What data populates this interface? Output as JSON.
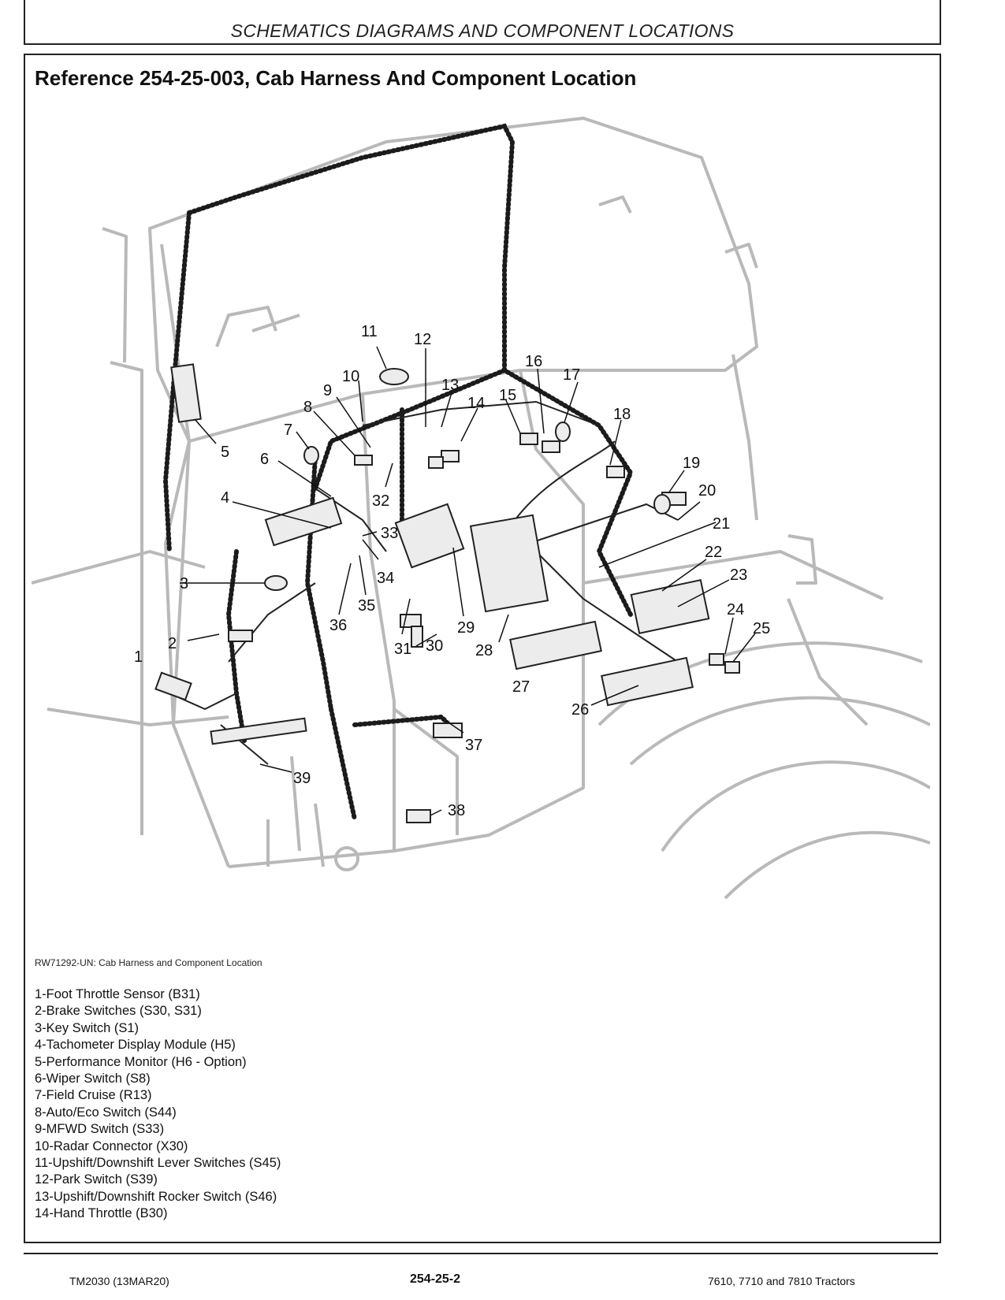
{
  "header": {
    "section_title": "SCHEMATICS DIAGRAMS AND COMPONENT LOCATIONS"
  },
  "reference_title": "Reference 254-25-003, Cab Harness And Component Location",
  "figure_caption": "RW71292-UN: Cab Harness and Component Location",
  "callouts": [
    "1",
    "2",
    "3",
    "4",
    "5",
    "6",
    "7",
    "8",
    "9",
    "10",
    "11",
    "12",
    "13",
    "14",
    "15",
    "16",
    "17",
    "18",
    "19",
    "20",
    "21",
    "22",
    "23",
    "24",
    "25",
    "26",
    "27",
    "28",
    "29",
    "30",
    "31",
    "32",
    "33",
    "34",
    "35",
    "36",
    "37",
    "38",
    "39"
  ],
  "legend": [
    "1-Foot Throttle Sensor (B31)",
    "2-Brake Switches (S30, S31)",
    "3-Key Switch (S1)",
    "4-Tachometer Display Module (H5)",
    "5-Performance Monitor (H6 - Option)",
    "6-Wiper Switch (S8)",
    "7-Field Cruise (R13)",
    "8-Auto/Eco Switch (S44)",
    "9-MFWD Switch (S33)",
    "10-Radar Connector (X30)",
    "11-Upshift/Downshift Lever Switches (S45)",
    "12-Park Switch (S39)",
    "13-Upshift/Downshift Rocker Switch (S46)",
    "14-Hand Throttle (B30)"
  ],
  "footer": {
    "left": "TM2030 (13MAR20)",
    "center": "254-25-2",
    "right": "7610, 7710 and 7810 Tractors"
  }
}
